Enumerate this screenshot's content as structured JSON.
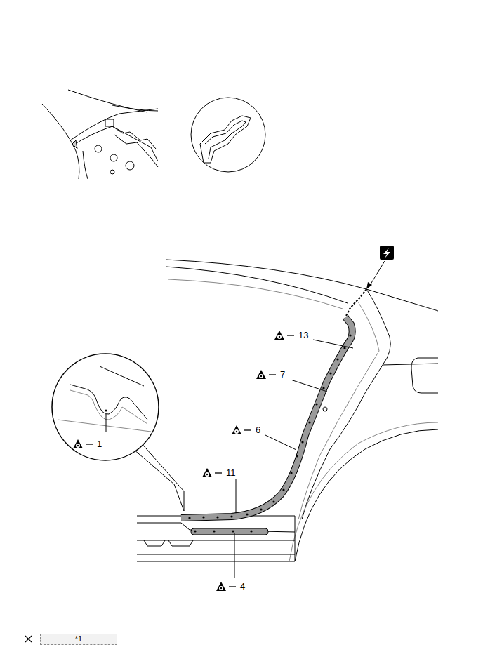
{
  "diagram": {
    "labels": [
      "13",
      "7",
      "6",
      "1",
      "11",
      "4"
    ],
    "legend": [
      {
        "text": "*1"
      }
    ]
  }
}
